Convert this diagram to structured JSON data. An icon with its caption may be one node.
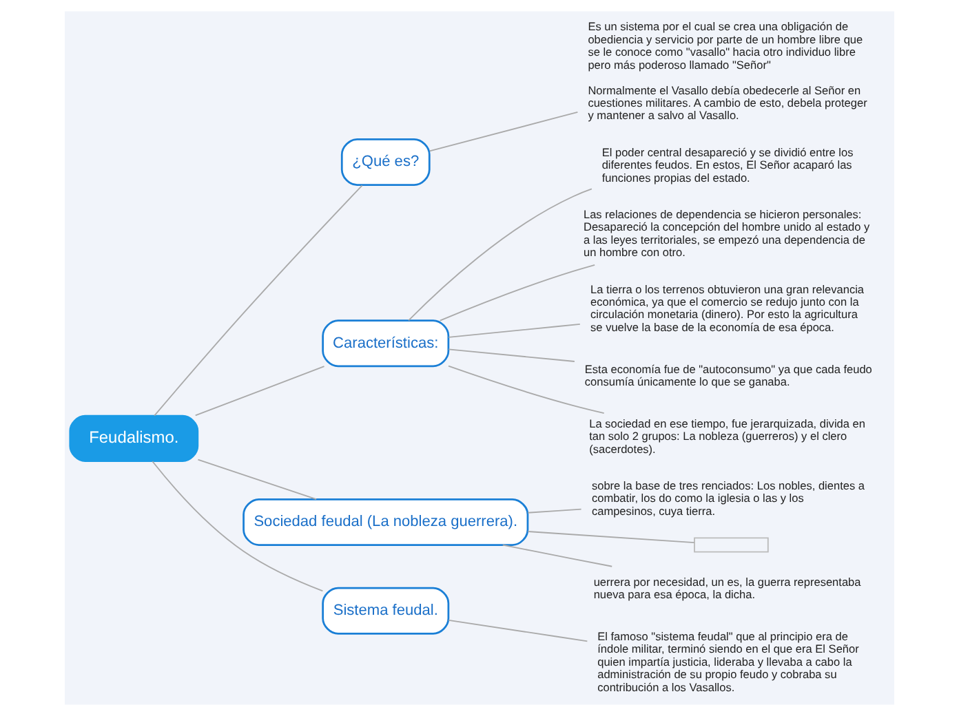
{
  "diagram": {
    "nodes": [
      {
        "text": [
          "Feudalismo."
        ]
      },
      {
        "text": [
          "¿Qué es?"
        ]
      },
      {
        "text": [
          "Es un sistema por el cual se crea una obligación de obediencia y servicio por parte de un hombre libre que se le conoce como \"vasallo\" hacia otro individuo libre pero más poderoso llamado \"Señor\"",
          "Normalmente el Vasallo debía obedecerle al Señor en cuestiones militares. A cambio de esto, debela proteger y mantener a salvo al Vasallo."
        ]
      },
      {
        "text": [
          "Características:"
        ]
      },
      {
        "text": [
          "El poder central desapareció y se dividió entre los diferentes feudos. En estos, El Señor acaparó las funciones propias del estado."
        ]
      },
      {
        "text": [
          "Las relaciones de dependencia se hicieron personales: Desapareció la concepción del hombre unido al estado y a las leyes territoriales, se empezó una dependencia de un hombre con otro."
        ]
      },
      {
        "text": [
          "La tierra o los terrenos obtuvieron una gran relevancia económica, ya que el comercio se redujo junto con la circulación monetaria (dinero). Por esto la agricultura se vuelve la base de la economía de esa época."
        ]
      },
      {
        "text": [
          "Esta economía fue de \"autoconsumo\" ya que cada feudo consumía únicamente lo que se ganaba."
        ]
      },
      {
        "text": [
          "La sociedad en ese tiempo, fue jerarquizada, divida en tan solo 2 grupos: La nobleza (guerreros) y el clero (sacerdotes)."
        ]
      },
      {
        "text": [
          "Sociedad feudal (La nobleza guerrera)."
        ]
      },
      {
        "text": [
          "sobre la base de tres renciados: Los nobles, dientes a combatir, los do como la iglesia o las y los campesinos, cuya tierra."
        ]
      },
      {
        "text": [],
        "shape": "box"
      },
      {
        "text": [
          "uerrera por necesidad, un es, la guerra representaba nueva para esa época, la dicha."
        ]
      },
      {
        "text": [
          "Sistema feudal."
        ]
      },
      {
        "text": [
          "El famoso \"sistema feudal\" que al principio era de índole militar, terminó siendo en el que era El Señor quien impartía justicia, lideraba y llevaba a cabo la administración de su propio feudo y cobraba su contribución a los Vasallos."
        ]
      }
    ],
    "edges": [
      {
        "from": 0,
        "to": 1,
        "arrow": "none"
      },
      {
        "from": 1,
        "to": 2,
        "arrow": "none"
      },
      {
        "from": 0,
        "to": 3,
        "arrow": "none"
      },
      {
        "from": 3,
        "to": 4,
        "arrow": "none"
      },
      {
        "from": 3,
        "to": 5,
        "arrow": "none"
      },
      {
        "from": 3,
        "to": 6,
        "arrow": "none"
      },
      {
        "from": 3,
        "to": 7,
        "arrow": "none"
      },
      {
        "from": 3,
        "to": 8,
        "arrow": "none"
      },
      {
        "from": 0,
        "to": 9,
        "arrow": "none"
      },
      {
        "from": 9,
        "to": 10,
        "arrow": "none"
      },
      {
        "from": 9,
        "to": 11,
        "arrow": "none"
      },
      {
        "from": 9,
        "to": 12,
        "arrow": "none"
      },
      {
        "from": 0,
        "to": 13,
        "arrow": "none"
      },
      {
        "from": 13,
        "to": 14,
        "arrow": "none"
      }
    ]
  }
}
